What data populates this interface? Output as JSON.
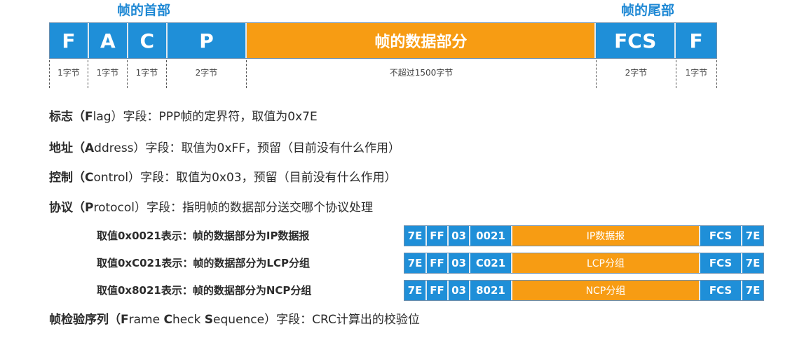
{
  "header": {
    "frame_head": "帧的首部",
    "frame_tail": "帧的尾部"
  },
  "frame_fields": [
    {
      "label": "F",
      "size": "1字节",
      "color": "#1f8fd8"
    },
    {
      "label": "A",
      "size": "1字节",
      "color": "#1f8fd8"
    },
    {
      "label": "C",
      "size": "1字节",
      "color": "#1f8fd8"
    },
    {
      "label": "P",
      "size": "2字节",
      "color": "#1f8fd8"
    },
    {
      "label": "帧的数据部分",
      "size": "不超过1500字节",
      "color": "#f79c13"
    },
    {
      "label": "FCS",
      "size": "2字节",
      "color": "#1f8fd8"
    },
    {
      "label": "F",
      "size": "1字节",
      "color": "#1f8fd8"
    }
  ],
  "descriptions": {
    "flag": {
      "pre": "标志（",
      "key": "F",
      "post": "lag）字段：PPP帧的定界符，取值为0x7E"
    },
    "address": {
      "pre": "地址（",
      "key": "A",
      "post": "ddress）字段：取值为0xFF，预留（目前没有什么作用）"
    },
    "control": {
      "pre": "控制（",
      "key": "C",
      "post": "ontrol）字段：取值为0x03，预留（目前没有什么作用）"
    },
    "protocol": {
      "pre": "协议（",
      "key": "P",
      "post": "rotocol）字段：指明帧的数据部分送交哪个协议处理"
    },
    "fcs": {
      "p1": "帧检验序列（",
      "k1": "F",
      "p2": "rame ",
      "k2": "C",
      "p3": "heck ",
      "k3": "S",
      "p4": "equence）字段：CRC计算出的校验位"
    }
  },
  "protocol_examples": [
    {
      "text": "取值0x0021表示：帧的数据部分为IP数据报",
      "cells": [
        "7E",
        "FF",
        "03",
        "0021",
        "IP数据报",
        "FCS",
        "7E"
      ]
    },
    {
      "text": "取值0xC021表示：帧的数据部分为LCP分组",
      "cells": [
        "7E",
        "FF",
        "03",
        "C021",
        "LCP分组",
        "FCS",
        "7E"
      ]
    },
    {
      "text": "取值0x8021表示：帧的数据部分为NCP分组",
      "cells": [
        "7E",
        "FF",
        "03",
        "8021",
        "NCP分组",
        "FCS",
        "7E"
      ]
    }
  ],
  "colors": {
    "blue": "#1f8fd8",
    "orange": "#f79c13",
    "accent_text": "#1e88d4"
  }
}
